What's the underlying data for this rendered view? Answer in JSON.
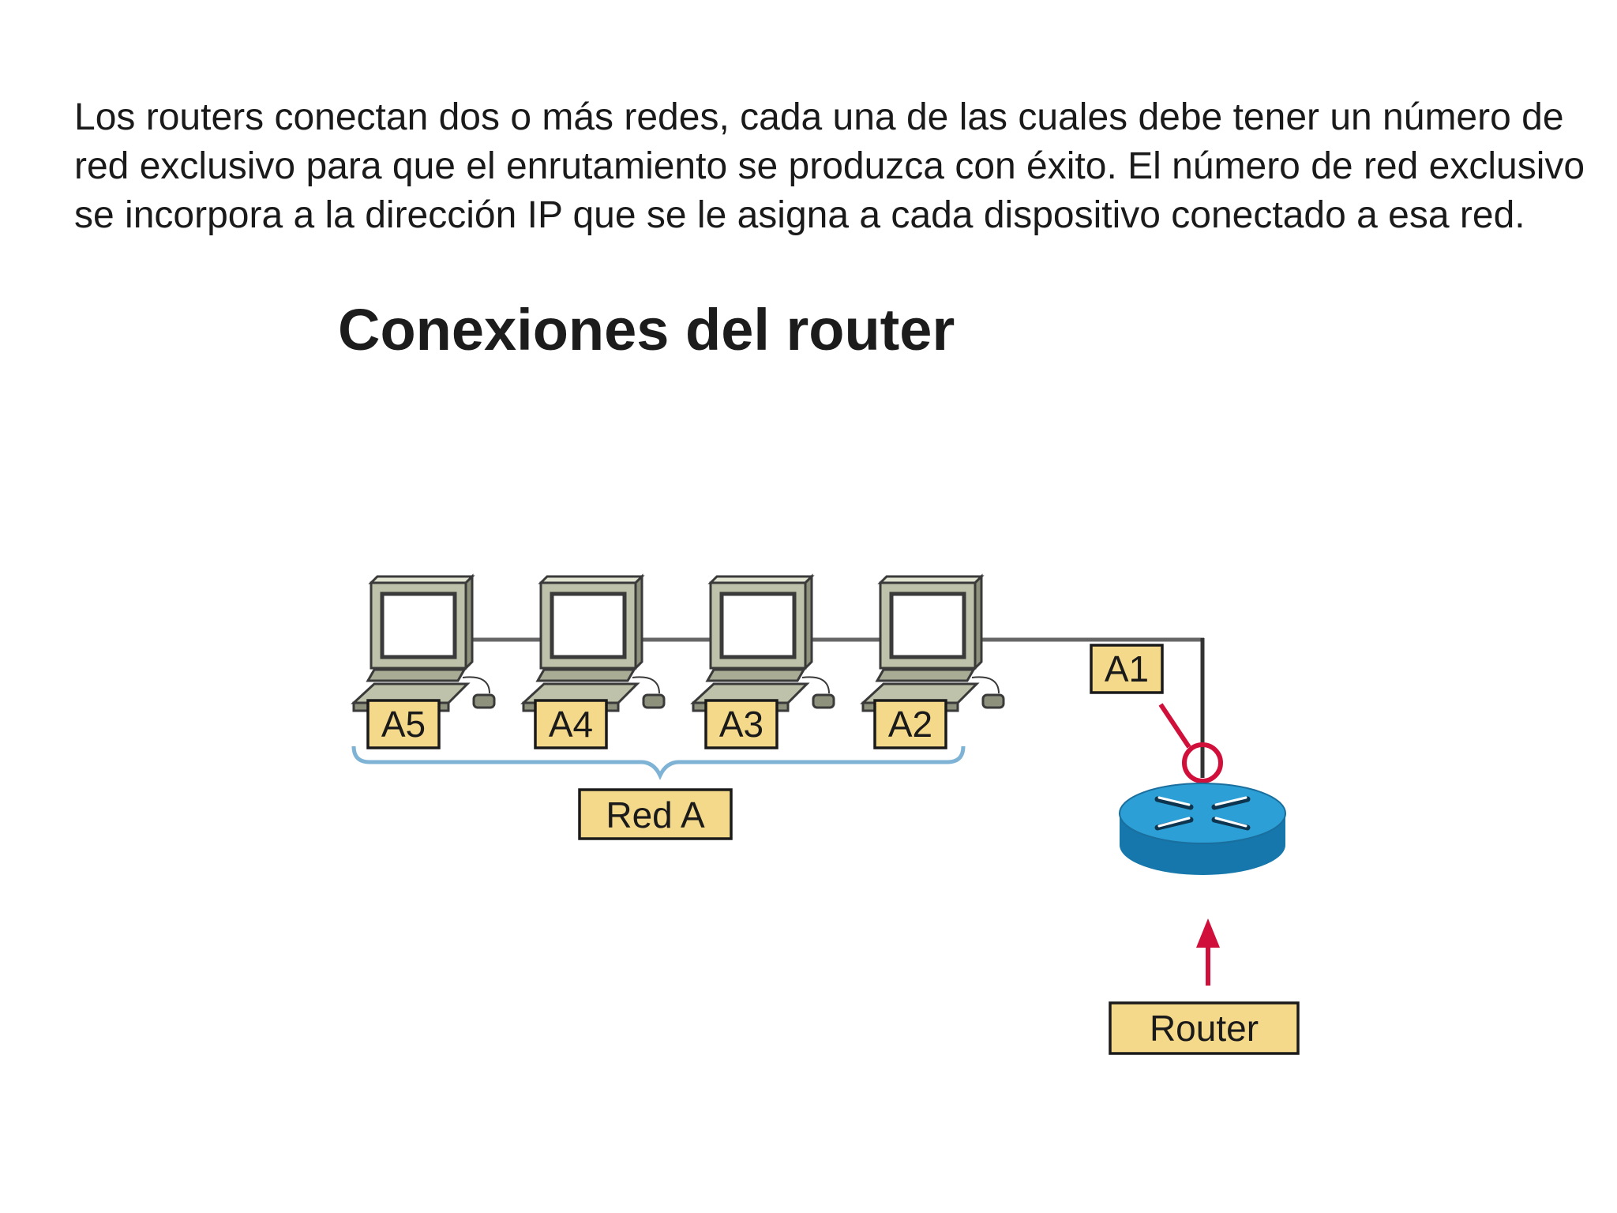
{
  "paragraph": "Los routers conectan dos o más redes, cada una de las cuales debe tener un número de red exclusivo para que el enrutamiento se produzca con éxito. El número de red exclusivo se incorpora a la dirección IP que se le asigna a cada dispositivo conectado a esa red.",
  "diagram": {
    "title": "Conexiones del router",
    "hosts": [
      {
        "label": "A5",
        "icon": "computer-icon"
      },
      {
        "label": "A4",
        "icon": "computer-icon"
      },
      {
        "label": "A3",
        "icon": "computer-icon"
      },
      {
        "label": "A2",
        "icon": "computer-icon"
      }
    ],
    "interface_label": "A1",
    "network_label": "Red A",
    "router_label": "Router",
    "router_icon": "router-icon",
    "colors": {
      "label_fill": "#f4d98a",
      "router_blue": "#1f8fc4",
      "highlight_red": "#d0103a",
      "brace_blue": "#7fb3d5",
      "computer_gray": "#bfc2aa"
    }
  }
}
